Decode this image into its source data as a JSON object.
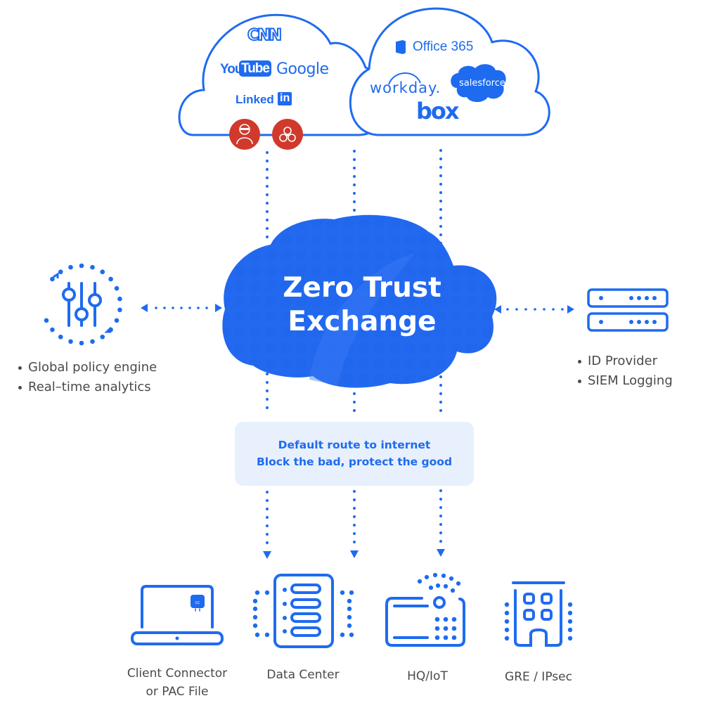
{
  "colors": {
    "primary_blue": "#1e6bf0",
    "threat_red": "#d0392b",
    "callout_bg": "#e8f0fd",
    "text_gray": "#4a4a4a"
  },
  "internet_cloud": {
    "apps": [
      "CNN",
      "YouTube",
      "Google",
      "LinkedIn"
    ],
    "youtube": {
      "you": "You",
      "tube": "Tube"
    },
    "linkedin": {
      "linked": "Linked",
      "in": "in"
    },
    "threat_icons": [
      "hacker-icon",
      "biohazard-icon"
    ]
  },
  "saas_cloud": {
    "apps": [
      "Office 365",
      "workday.",
      "salesforce",
      "box"
    ]
  },
  "central_cloud": {
    "title_line1": "Zero Trust",
    "title_line2": "Exchange"
  },
  "policy_node": {
    "icon": "sliders-icon",
    "bullets": [
      "Global policy engine",
      "Real–time analytics"
    ]
  },
  "identity_node": {
    "icon": "server-icon",
    "bullets": [
      "ID Provider",
      "SIEM Logging"
    ]
  },
  "callout": {
    "line1": "Default route to internet",
    "line2": "Block the bad, protect the good"
  },
  "destinations": [
    {
      "icon": "laptop-icon",
      "label_line1": "Client Connector",
      "label_line2": "or PAC File",
      "badge": "cc"
    },
    {
      "icon": "data-center-icon",
      "label_line1": "Data Center"
    },
    {
      "icon": "iot-router-icon",
      "label_line1": "HQ/IoT"
    },
    {
      "icon": "office-building-icon",
      "label_line1": "GRE / IPsec"
    }
  ]
}
